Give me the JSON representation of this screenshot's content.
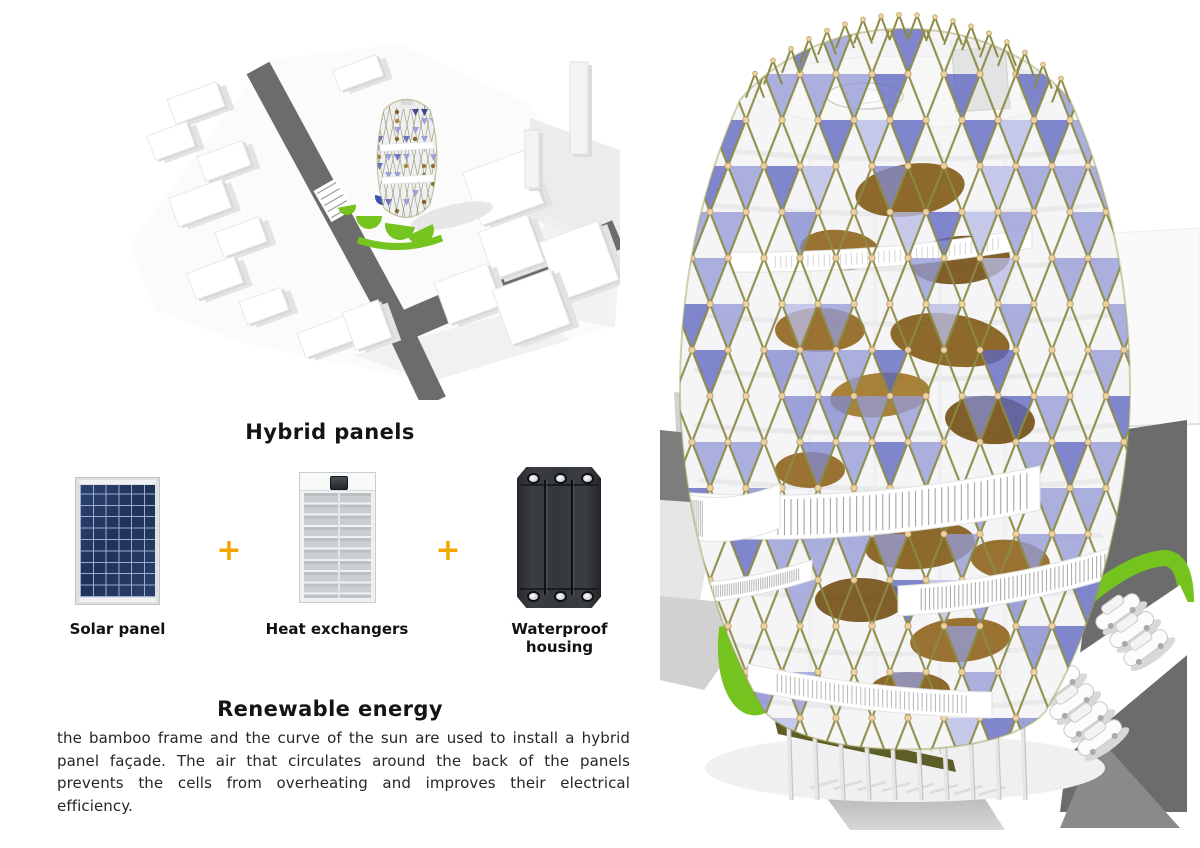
{
  "board": {
    "hybrid_title": "Hybrid panels",
    "renewable_title": "Renewable energy",
    "renewable_body": "the bamboo frame and the curve of the sun are used to install a hybrid panel façade. The air that circulates around the back of the panels prevents the cells from overheating and improves their electrical efficiency.",
    "plus": "+",
    "panels": [
      {
        "label": "Solar panel"
      },
      {
        "label": "Heat exchangers"
      },
      {
        "label": "Waterproof housing"
      }
    ]
  },
  "colors": {
    "accent_plus": "#F5A700",
    "heading": "#141414",
    "body_text": "#262626",
    "bamboo": "#8b8b45",
    "bamboo_dark": "#6f6f32",
    "node_tan": "#ecd2a0",
    "lilac": "#959bd6",
    "lilac_mid": "#838ace",
    "lilac_dark": "#5e66c0",
    "lilac_light": "#b9bde6",
    "interior_browns": [
      "#7a5008",
      "#8a5c10",
      "#6b4407",
      "#9c6c16"
    ],
    "lawn_green": "#74c31e",
    "pool_blue": "#3953ae",
    "road_gray": "#6c6c6c",
    "road_light": "#c6c6c6",
    "solar_navy": "#24365c"
  }
}
